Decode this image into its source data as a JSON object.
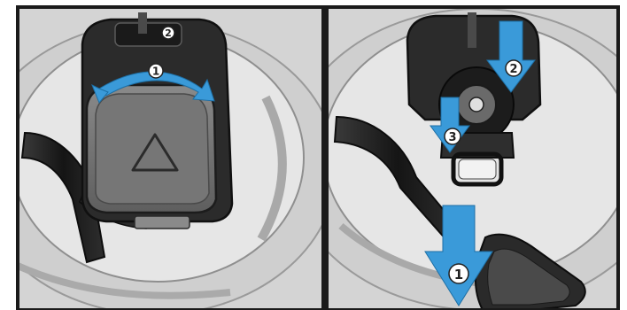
{
  "panels": [
    {
      "steps": [
        {
          "label": "1",
          "arrow": "rotate-arrow-blue"
        },
        {
          "label": "2",
          "arrow": "none"
        }
      ]
    },
    {
      "steps": [
        {
          "label": "1",
          "arrow": "down-arrow-blue"
        },
        {
          "label": "2",
          "arrow": "down-arrow-blue"
        },
        {
          "label": "3",
          "arrow": "down-arrow-blue"
        }
      ]
    }
  ],
  "colors": {
    "arrow_blue": "#3a9ad9",
    "frame": "#1a1a1a",
    "plastic_dark": "#2b2b2b",
    "plastic_mid": "#6e6e6e",
    "surface_light": "#d2d2d2",
    "surface_white": "#ececec",
    "badge_bg": "#ffffff",
    "badge_text": "#222222"
  }
}
